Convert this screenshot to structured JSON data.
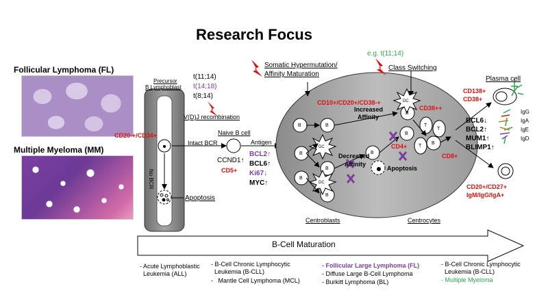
{
  "title": "Research Focus",
  "images": {
    "fl_label": "Follicular  Lymphoma (FL)",
    "mm_label": "Multiple Myeloma (MM)"
  },
  "precursor": {
    "label_line1": "Precursor",
    "label_line2": "B Lymphoblast",
    "markers": "CD20-+/CD34+",
    "no_bcr": "No BCR",
    "apoptosis": "Apoptosis"
  },
  "translocations": {
    "t1": "t(11;14)",
    "t2": "t(14;18)",
    "t3": "t(8;14)"
  },
  "vdj": "V(D)J recombination",
  "naive": {
    "label": "Naive B cell",
    "intact_bcr": "Intact BCR",
    "ccnd1": "CCND1↑",
    "cd5": "CD5+",
    "antigen": "Antigen"
  },
  "expression": {
    "bcl2": "BCL2↑",
    "bcl6": "BCL6↑",
    "ki67": "Ki67↓",
    "myc": "MYC↑"
  },
  "germinal": {
    "shm_line1": "Somatic Hypermutation/",
    "shm_line2": "Affinity Maturation",
    "class_example": "e.g. t(11;14)",
    "class_switching": "Class Switching",
    "gc_markers": "CD10+/CD20+/CD38-+",
    "increased_line1": "Increased",
    "increased_line2": "Affinity",
    "decreased_line1": "Decreased",
    "decreased_line2": "Affinity",
    "apoptosis": "Apoptosis",
    "cd38": "CD38++",
    "cd4": "CD4+",
    "cd8": "CD8+",
    "centroblasts": "Centroblasts",
    "centrocytes": "Centrocytes",
    "cell_b": "B",
    "cell_t": "T",
    "cell_dc": "DC"
  },
  "plasma": {
    "label": "Plasma cell",
    "cd138": "CD138+",
    "cd38": "CD38+",
    "igs": [
      "IgG",
      "IgA",
      "IgE",
      "IgD"
    ],
    "bcl6": "BCL6↓",
    "bcl2": "BCL2↑",
    "mum1": "MUM1↑",
    "blimp1": "BLIMP1↑",
    "memory_markers": "CD20+/CD27+",
    "memory_ig": "IgM/IgG/IgA+"
  },
  "maturation_label": "B-Cell Maturation",
  "diseases": {
    "col1": [
      "- Acute Lymphoblastic",
      "  Leukemia (ALL)"
    ],
    "col2": [
      "- B-Cell Chronic Lymphocytic",
      "  Leukemia (B-CLL)",
      "-   Mantle Cell Lymphoma (MCL)"
    ],
    "col3_fl": "- Follicular Large Lymphoma (FL)",
    "col3": [
      "- Diffuse Large B-Cell Lymphoma",
      "- Burkitt Lymphoma (BL)"
    ],
    "col4": [
      "- B-Cell Chronic Lymphocytic",
      "  Leukemia (B-CLL)"
    ],
    "col4_mm": "- Multiple Myeloma"
  },
  "colors": {
    "red": "#e01010",
    "purple": "#7b3f9e",
    "green": "#2aa84a",
    "fl_tissue": "#b9a3d4",
    "mm_tissue": "#7a3fa0"
  }
}
